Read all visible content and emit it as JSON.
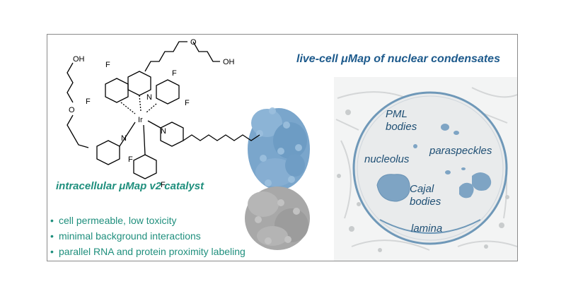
{
  "headline": "live-cell μMap of nuclear condensates",
  "subtitle": "intracellular μMap v2 catalyst",
  "bullets": [
    "cell permeable, low toxicity",
    "minimal background interactions",
    "parallel RNA and protein proximity labeling"
  ],
  "nucleus_labels": {
    "pml": "PML",
    "pml2": "bodies",
    "paraspeckles": "paraspeckles",
    "nucleolus": "nucleolus",
    "cajal": "Cajal",
    "cajal2": "bodies",
    "lamina": "lamina"
  },
  "structure_atoms": {
    "oh_top": "OH",
    "oh_left": "OH",
    "o_top": "O",
    "o_left": "O",
    "f": "F",
    "n": "N",
    "ir": "Ir"
  },
  "colors": {
    "headline": "#1d5a8c",
    "accent_teal": "#1f8f7d",
    "protein_blue": "#7aa6cc",
    "protein_gray": "#a8a8a8",
    "nucleus_outline": "#6f98b8"
  }
}
